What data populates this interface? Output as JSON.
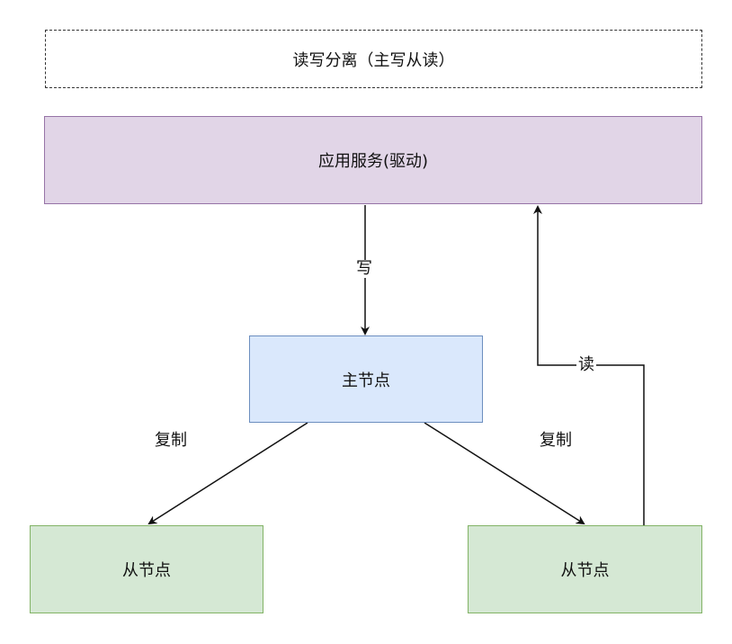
{
  "title": "读写分离（主写从读）",
  "nodes": {
    "app": "应用服务(驱动)",
    "master": "主节点",
    "slave_left": "从节点",
    "slave_right": "从节点"
  },
  "edges": {
    "write": "写",
    "read": "读",
    "copy_left": "复制",
    "copy_right": "复制"
  },
  "colors": {
    "app_fill": "#e1d5e7",
    "app_stroke": "#9673a6",
    "master_fill": "#dae8fc",
    "master_stroke": "#6c8ebf",
    "slave_fill": "#d5e8d4",
    "slave_stroke": "#82b366"
  }
}
